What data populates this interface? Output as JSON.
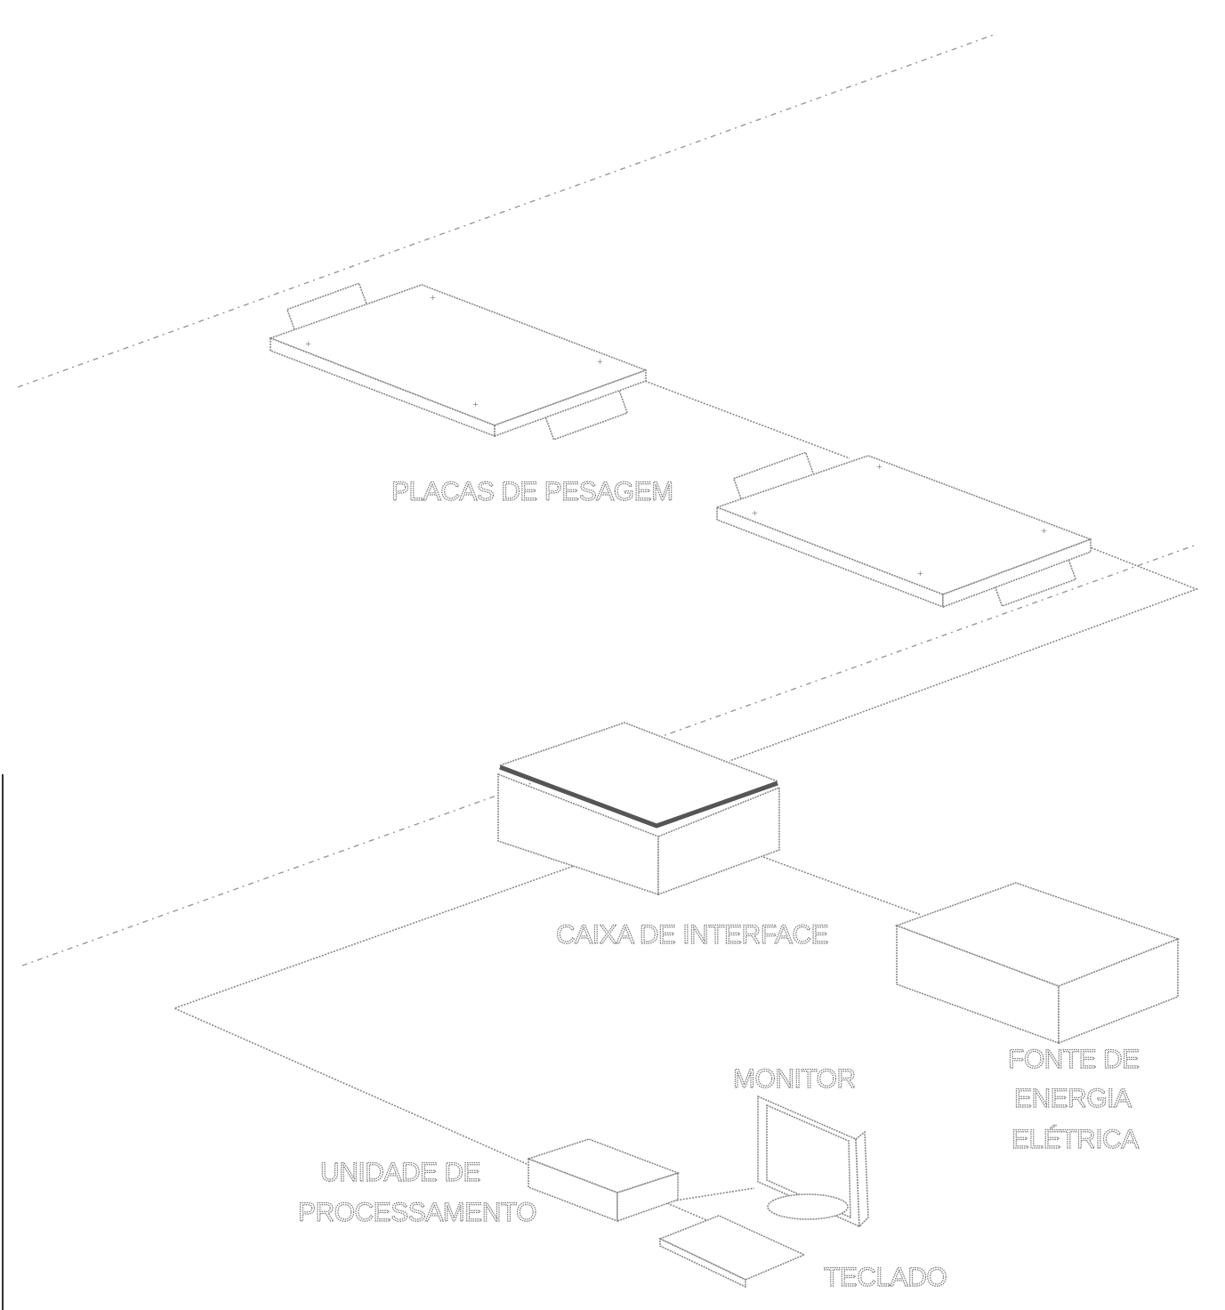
{
  "diagram": {
    "labels": {
      "plates": "PLACAS DE PESAGEM",
      "interface_box": "CAIXA DE INTERFACE",
      "power_line1": "FONTE DE",
      "power_line2": "ENERGIA",
      "power_line3": "ELÉTRICA",
      "monitor": "MONITOR",
      "processing_line1": "UNIDADE DE",
      "processing_line2": "PROCESSAMENTO",
      "keyboard": "TECLADO"
    }
  }
}
